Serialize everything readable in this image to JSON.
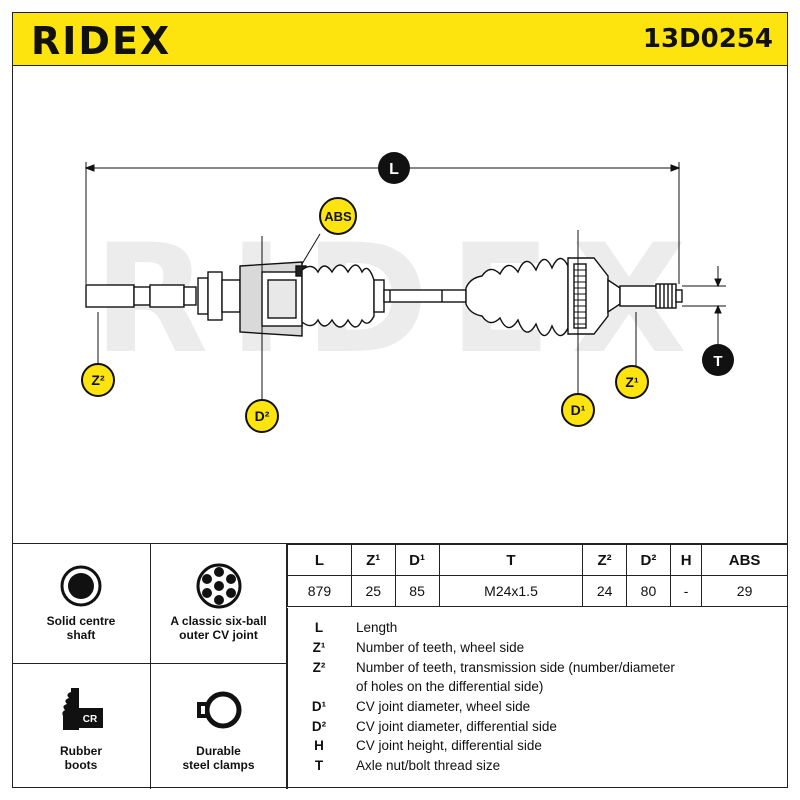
{
  "header": {
    "brand": "RIDEX",
    "part_number": "13D0254"
  },
  "drawing": {
    "watermark": "RIDEX",
    "labels": {
      "L": "L",
      "ABS": "ABS",
      "T": "T",
      "Z1": "Z¹",
      "Z2": "Z²",
      "D1": "D¹",
      "D2": "D²"
    }
  },
  "features": [
    {
      "icon": "solid-shaft-icon",
      "label_line1": "Solid centre",
      "label_line2": "shaft"
    },
    {
      "icon": "six-ball-joint-icon",
      "label_line1": "A classic six-ball",
      "label_line2": "outer CV joint"
    },
    {
      "icon": "rubber-boot-icon",
      "badge": "CR",
      "label_line1": "Rubber",
      "label_line2": "boots"
    },
    {
      "icon": "steel-clamp-icon",
      "label_line1": "Durable",
      "label_line2": "steel clamps"
    }
  ],
  "spec_table": {
    "headers": [
      "L",
      "Z¹",
      "D¹",
      "T",
      "Z²",
      "D²",
      "H",
      "ABS"
    ],
    "values": [
      "879",
      "25",
      "85",
      "M24x1.5",
      "24",
      "80",
      "-",
      "29"
    ]
  },
  "legend": [
    {
      "symbol": "L",
      "text": "Length"
    },
    {
      "symbol": "Z¹",
      "text": "Number of teeth, wheel side"
    },
    {
      "symbol": "Z²",
      "text": "Number of teeth, transmission side (number/diameter"
    },
    {
      "symbol": "",
      "text": "of holes on the differential side)"
    },
    {
      "symbol": "D¹",
      "text": "CV joint diameter, wheel side"
    },
    {
      "symbol": "D²",
      "text": "CV joint diameter, differential side"
    },
    {
      "symbol": "H",
      "text": "CV joint height, differential side"
    },
    {
      "symbol": "T",
      "text": "Axle nut/bolt thread size"
    }
  ]
}
